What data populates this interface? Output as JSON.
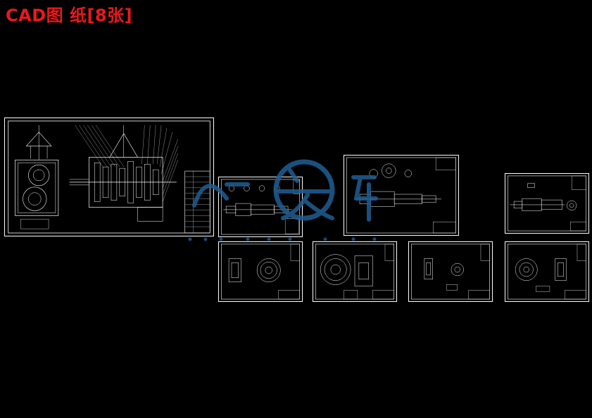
{
  "title": "CAD图 纸[8张]",
  "colors": {
    "title": "#e8191c",
    "drawing_line": "#ffffff",
    "watermark": "#1f5e93",
    "background": "#000000"
  },
  "sheets": [
    {
      "id": 1,
      "kind": "assembly-drawing"
    },
    {
      "id": 2,
      "kind": "shaft-drawing"
    },
    {
      "id": 3,
      "kind": "gear-shaft-drawing"
    },
    {
      "id": 4,
      "kind": "shaft-part-drawing"
    },
    {
      "id": 5,
      "kind": "gear-drawing"
    },
    {
      "id": 6,
      "kind": "gear-drawing"
    },
    {
      "id": 7,
      "kind": "gear-drawing"
    },
    {
      "id": 8,
      "kind": "gear-drawing"
    }
  ]
}
